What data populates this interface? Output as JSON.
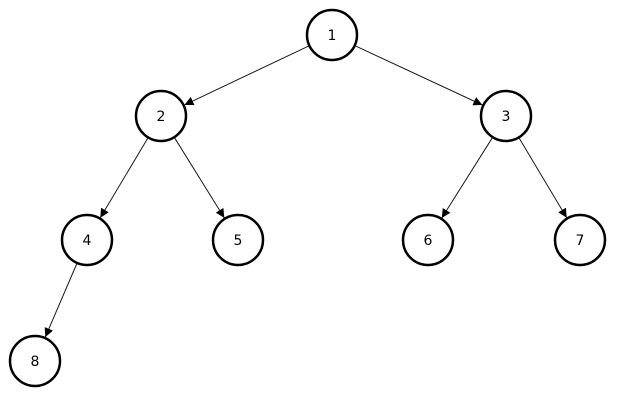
{
  "diagram": {
    "type": "binary-tree",
    "colors": {
      "background": "#ffffff",
      "node_stroke": "#000000",
      "edge_stroke": "#1a1a1a",
      "text": "#000000"
    },
    "nodes": [
      {
        "id": "n1",
        "label": "1"
      },
      {
        "id": "n2",
        "label": "2"
      },
      {
        "id": "n3",
        "label": "3"
      },
      {
        "id": "n4",
        "label": "4"
      },
      {
        "id": "n5",
        "label": "5"
      },
      {
        "id": "n6",
        "label": "6"
      },
      {
        "id": "n7",
        "label": "7"
      },
      {
        "id": "n8",
        "label": "8"
      }
    ],
    "edges": [
      {
        "from": "n1",
        "to": "n2"
      },
      {
        "from": "n1",
        "to": "n3"
      },
      {
        "from": "n2",
        "to": "n4"
      },
      {
        "from": "n2",
        "to": "n5"
      },
      {
        "from": "n3",
        "to": "n6"
      },
      {
        "from": "n3",
        "to": "n7"
      },
      {
        "from": "n4",
        "to": "n8"
      }
    ]
  }
}
